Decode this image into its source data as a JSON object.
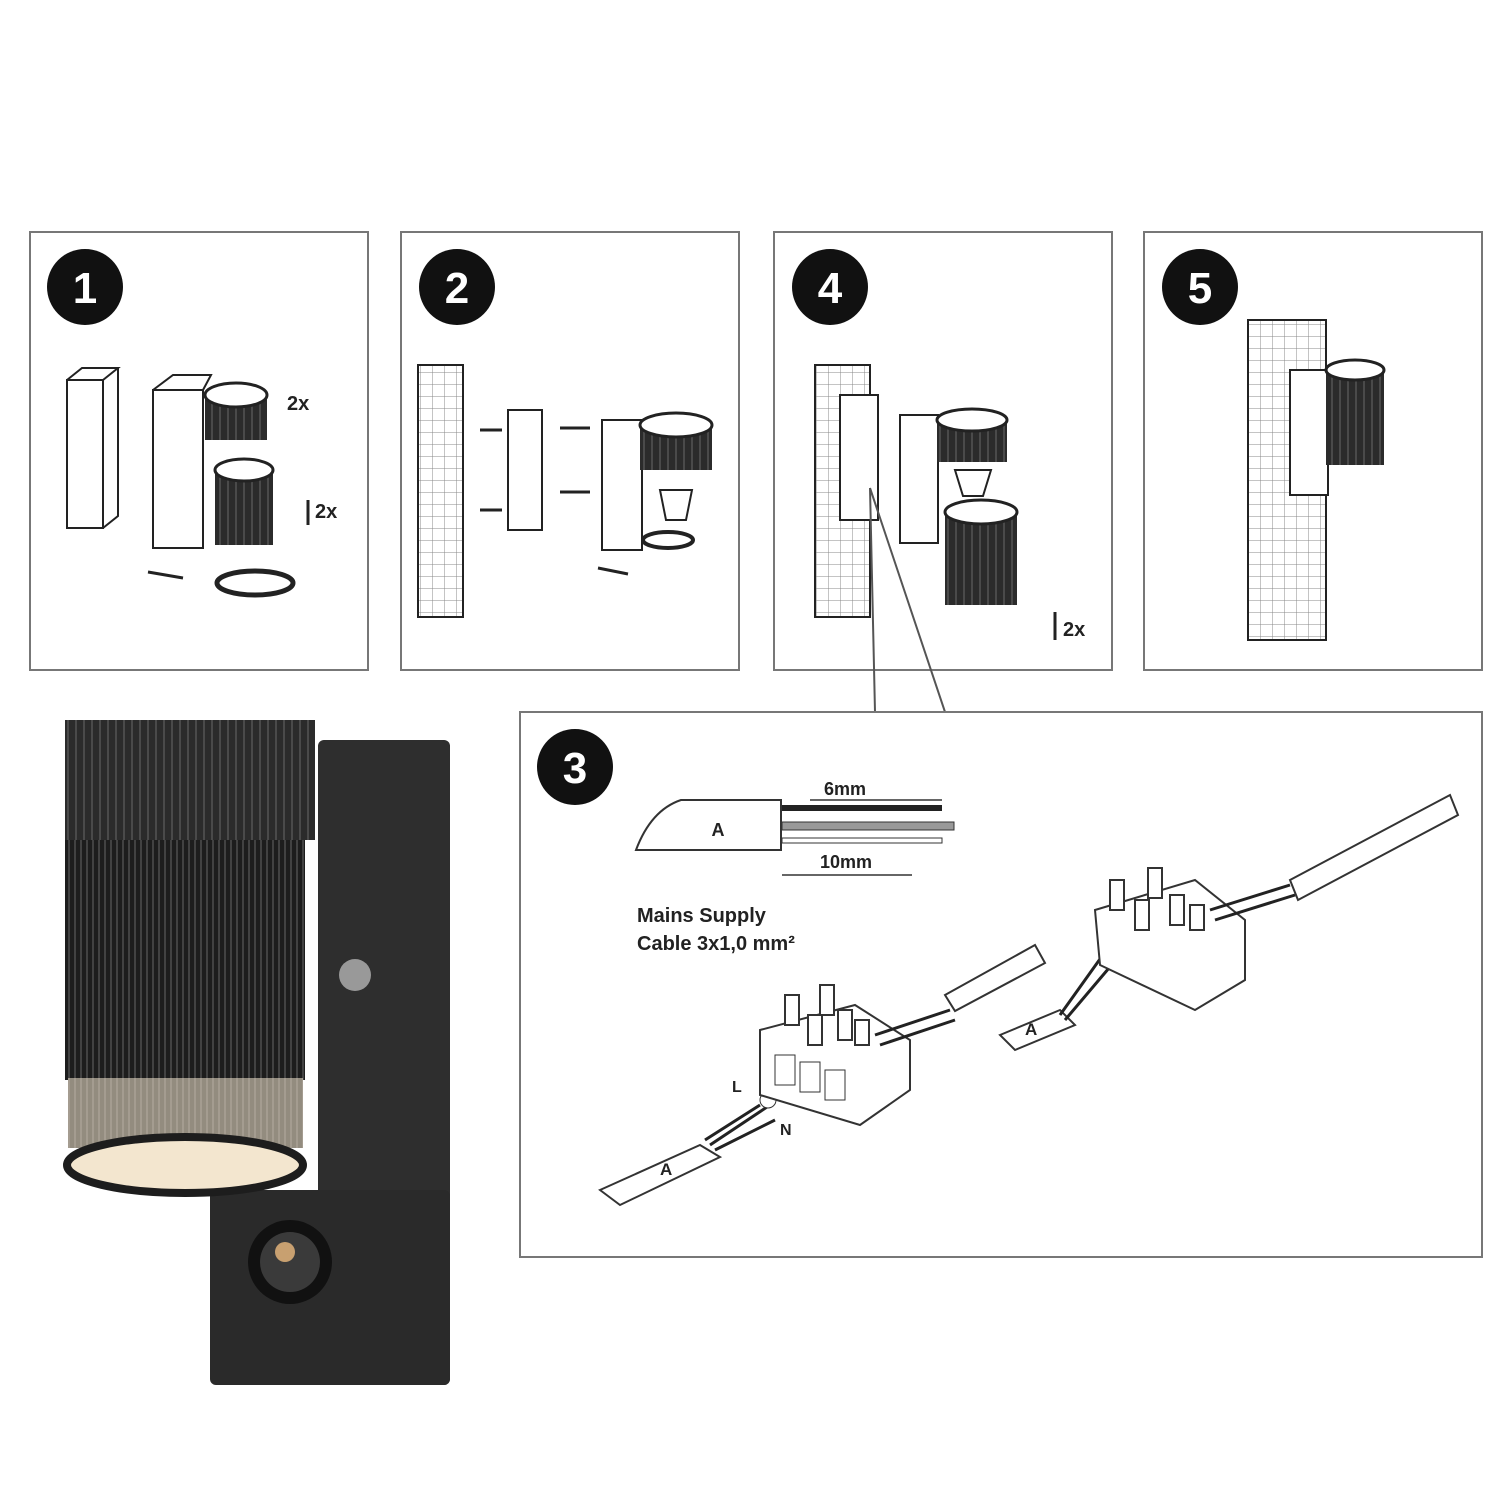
{
  "panels": [
    {
      "number": "1",
      "labels": [
        "2x",
        "2x"
      ]
    },
    {
      "number": "2"
    },
    {
      "number": "4",
      "labels": [
        "2x"
      ]
    },
    {
      "number": "5"
    },
    {
      "number": "3"
    }
  ],
  "wiring": {
    "strip_short": "6mm",
    "strip_long": "10mm",
    "cable_label": "A",
    "cable_title_line1": "Mains Supply",
    "cable_title_line2": "Cable 3x1,0 mm²",
    "live": "L",
    "neutral": "N"
  },
  "colors": {
    "ink": "#222222",
    "panel_border": "#777777",
    "lamp_body": "#2b2b2b",
    "glow": "#f3e6cf"
  }
}
